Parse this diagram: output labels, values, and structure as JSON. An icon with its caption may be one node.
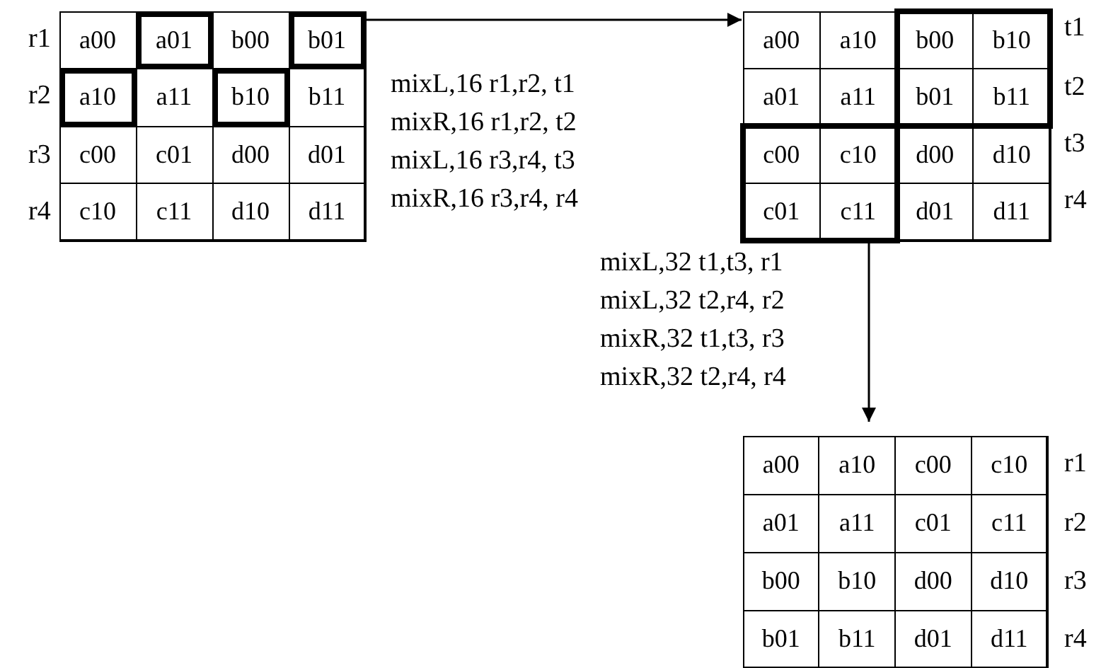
{
  "diagram": {
    "nodes": [
      {
        "text": [],
        "shape": "box"
      },
      {
        "text": [
          "a00"
        ],
        "in": 0
      },
      {
        "text": [
          "a01"
        ],
        "in": 0
      },
      {
        "text": [
          "b00"
        ],
        "in": 0
      },
      {
        "text": [
          "b01"
        ],
        "in": 0
      },
      {
        "text": [
          "a10"
        ],
        "in": 0
      },
      {
        "text": [
          "a11"
        ],
        "in": 0
      },
      {
        "text": [
          "b10"
        ],
        "in": 0
      },
      {
        "text": [
          "b11"
        ],
        "in": 0
      },
      {
        "text": [
          "c00"
        ],
        "in": 0
      },
      {
        "text": [
          "c01"
        ],
        "in": 0
      },
      {
        "text": [
          "d00"
        ],
        "in": 0
      },
      {
        "text": [
          "d01"
        ],
        "in": 0
      },
      {
        "text": [
          "c10"
        ],
        "in": 0
      },
      {
        "text": [
          "c11"
        ],
        "in": 0
      },
      {
        "text": [
          "d10"
        ],
        "in": 0
      },
      {
        "text": [
          "d11"
        ],
        "in": 0
      },
      {
        "text": [],
        "shape": "box"
      },
      {
        "text": [
          "a00"
        ],
        "in": 17
      },
      {
        "text": [
          "a10"
        ],
        "in": 17
      },
      {
        "text": [
          "b00"
        ],
        "in": 17
      },
      {
        "text": [
          "b10"
        ],
        "in": 17
      },
      {
        "text": [
          "a01"
        ],
        "in": 17
      },
      {
        "text": [
          "a11"
        ],
        "in": 17
      },
      {
        "text": [
          "b01"
        ],
        "in": 17
      },
      {
        "text": [
          "b11"
        ],
        "in": 17
      },
      {
        "text": [
          "c00"
        ],
        "in": 17
      },
      {
        "text": [
          "c10"
        ],
        "in": 17
      },
      {
        "text": [
          "d00"
        ],
        "in": 17
      },
      {
        "text": [
          "d10"
        ],
        "in": 17
      },
      {
        "text": [
          "c01"
        ],
        "in": 17
      },
      {
        "text": [
          "c11"
        ],
        "in": 17
      },
      {
        "text": [
          "d01"
        ],
        "in": 17
      },
      {
        "text": [
          "d11"
        ],
        "in": 17
      },
      {
        "text": [],
        "shape": "box"
      },
      {
        "text": [
          "a00"
        ],
        "in": 34
      },
      {
        "text": [
          "a10"
        ],
        "in": 34
      },
      {
        "text": [
          "c00"
        ],
        "in": 34
      },
      {
        "text": [
          "c10"
        ],
        "in": 34
      },
      {
        "text": [
          "a01"
        ],
        "in": 34
      },
      {
        "text": [
          "a11"
        ],
        "in": 34
      },
      {
        "text": [
          "c01"
        ],
        "in": 34
      },
      {
        "text": [
          "c11"
        ],
        "in": 34
      },
      {
        "text": [
          "b00"
        ],
        "in": 34
      },
      {
        "text": [
          "b10"
        ],
        "in": 34
      },
      {
        "text": [
          "d00"
        ],
        "in": 34
      },
      {
        "text": [
          "d10"
        ],
        "in": 34
      },
      {
        "text": [
          "b01"
        ],
        "in": 34
      },
      {
        "text": [
          "b11"
        ],
        "in": 34
      },
      {
        "text": [
          "d01"
        ],
        "in": 34
      },
      {
        "text": [
          "d11"
        ],
        "in": 34
      }
    ],
    "edges": [
      {
        "from": 0,
        "to": 17,
        "arrow": "to"
      },
      {
        "from": 17,
        "to": 34,
        "arrow": "to"
      }
    ],
    "labels": [
      "r1",
      "r2",
      "r3",
      "r4",
      "t1",
      "t2",
      "t3",
      "r4",
      "mixL,16 r1,r2, t1",
      "mixR,16 r1,r2, t2",
      "mixL,16 r3,r4, t3",
      "mixR,16 r3,r4, r4",
      "mixL,32 t1,t3, r1",
      "mixL,32 t2,r4, r2",
      "mixR,32 t1,t3, r3",
      "mixR,32 t2,r4, r4",
      "r1",
      "r2",
      "r3",
      "r4"
    ]
  }
}
